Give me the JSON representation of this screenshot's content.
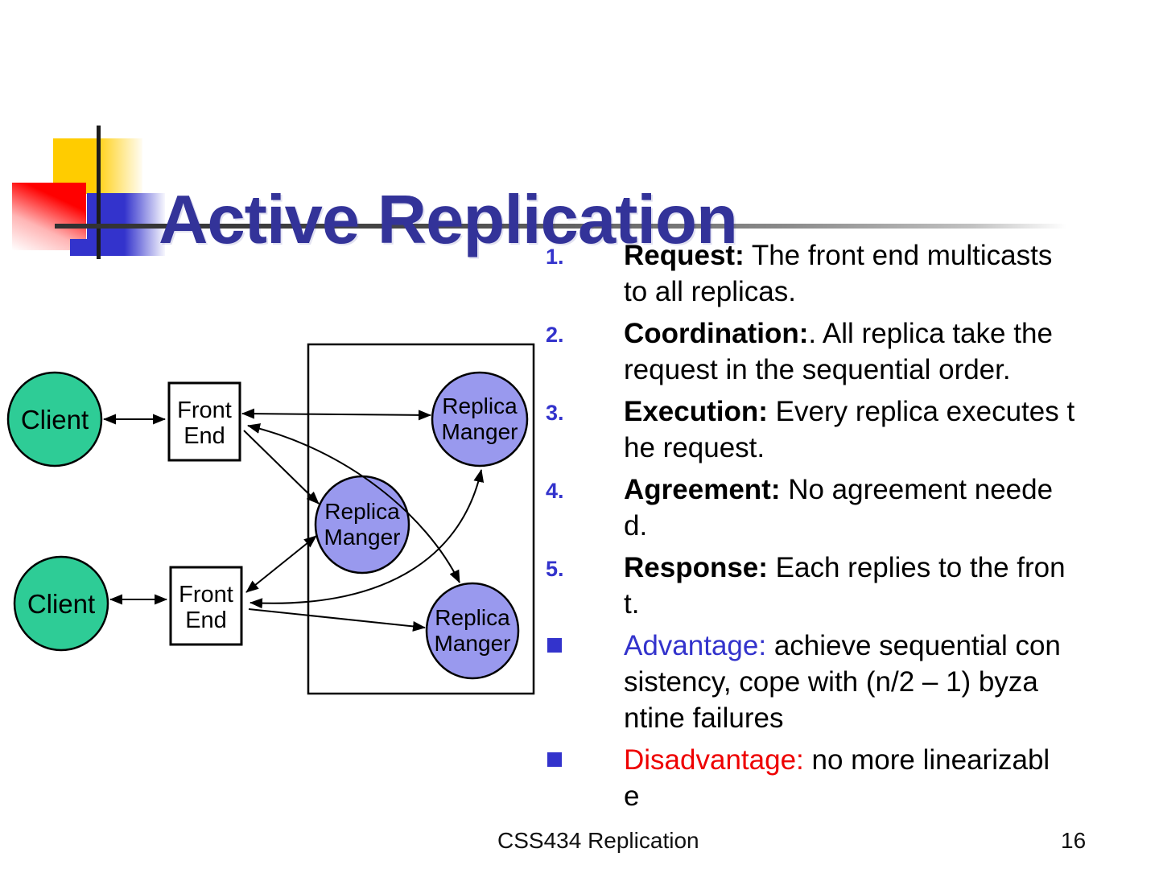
{
  "slide": {
    "title": "Active Replication",
    "footer": {
      "course": "CSS434 Replication",
      "page_number": "16"
    }
  },
  "colors": {
    "title_blue": "#333399",
    "accent_blue": "#3333CC",
    "keyword_red": "#EE0000",
    "client_fill": "#2ECC96",
    "replica_fill": "#9999EE",
    "decor_yellow": "#FFCC00",
    "decor_red": "#FF0000",
    "decor_blue": "#3333CC"
  },
  "diagram": {
    "client_label": "Client",
    "front_end_line1": "Front",
    "front_end_line2": "End",
    "replica_line1": "Replica",
    "replica_line2": "Manger"
  },
  "list": {
    "items": [
      {
        "m": "1.",
        "kind": "number",
        "lines": [
          [
            {
              "t": "Request:",
              "s": "bold"
            },
            {
              "t": " The front end multicasts"
            }
          ],
          [
            {
              "t": "to all replicas."
            }
          ]
        ]
      },
      {
        "m": "2.",
        "kind": "number",
        "lines": [
          [
            {
              "t": "Coordination:",
              "s": "bold"
            },
            {
              "t": ". All replica take the"
            }
          ],
          [
            {
              "t": "request in the sequential order."
            }
          ]
        ]
      },
      {
        "m": "3.",
        "kind": "number",
        "lines": [
          [
            {
              "t": "Execution:",
              "s": "bold"
            },
            {
              "t": " Every replica executes t"
            }
          ],
          [
            {
              "t": "he request."
            }
          ]
        ]
      },
      {
        "m": "4.",
        "kind": "number",
        "lines": [
          [
            {
              "t": "Agreement:",
              "s": "bold"
            },
            {
              "t": " No agreement neede"
            }
          ],
          [
            {
              "t": "d."
            }
          ]
        ]
      },
      {
        "m": "5.",
        "kind": "number",
        "lines": [
          [
            {
              "t": "Response:",
              "s": "bold"
            },
            {
              "t": " Each replies to the fron"
            }
          ],
          [
            {
              "t": "t."
            }
          ]
        ]
      },
      {
        "m": "■",
        "kind": "bullet",
        "lines": [
          [
            {
              "t": "Advantage:",
              "s": "blue"
            },
            {
              "t": " achieve sequential con"
            }
          ],
          [
            {
              "t": "sistency, cope with (n/2 – 1) byza"
            }
          ],
          [
            {
              "t": "ntine failures"
            }
          ]
        ]
      },
      {
        "m": "■",
        "kind": "bullet",
        "lines": [
          [
            {
              "t": "Disadvantage:",
              "s": "red"
            },
            {
              "t": " no more linearizabl"
            }
          ],
          [
            {
              "t": "e"
            }
          ]
        ]
      }
    ]
  }
}
